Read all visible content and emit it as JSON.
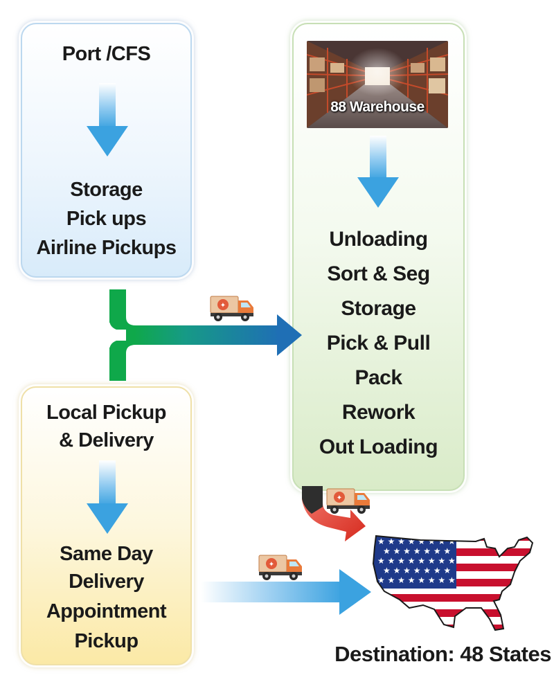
{
  "port_box": {
    "title": "Port /CFS",
    "services": [
      "Storage",
      "Pick ups",
      "Airline Pickups"
    ]
  },
  "warehouse_box": {
    "photo_label": "88 Warehouse",
    "services": [
      "Unloading",
      "Sort & Seg",
      "Storage",
      "Pick & Pull",
      "Pack",
      "Rework",
      "Out Loading"
    ]
  },
  "local_box": {
    "title_lines": [
      "Local Pickup",
      "& Delivery"
    ],
    "services": [
      "Same Day",
      "Delivery",
      "Appointment",
      "Pickup"
    ]
  },
  "destination": {
    "label": "Destination: 48 States"
  },
  "colors": {
    "blue_arrow": "#3ba2e0",
    "green_connector": "#0fa84a",
    "dark_blue_arrow": "#1f6fb5",
    "red_arrow": "#d62a1e",
    "truck_body": "#e97a3a"
  },
  "icons": {
    "truck": "delivery-truck-icon",
    "map": "usa-flag-map-icon"
  }
}
